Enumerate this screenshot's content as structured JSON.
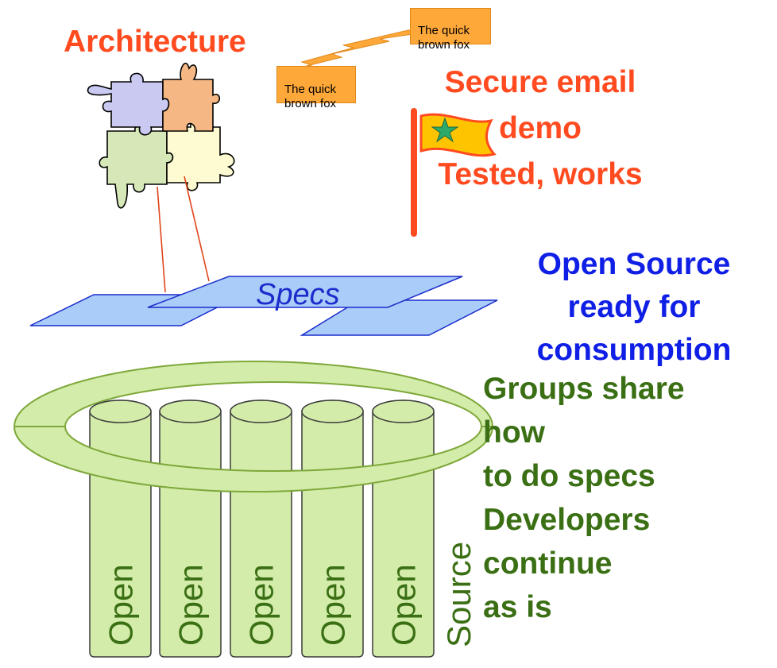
{
  "architecture": {
    "title": "Architecture"
  },
  "callout_top": {
    "text": "The quick\nbrown fox"
  },
  "callout_left": {
    "text": "The quick\nbrown fox"
  },
  "secure": {
    "text": "Secure email\n demo\nTested, works"
  },
  "specs": {
    "label": "Specs"
  },
  "open_source": {
    "text": "Open Source\nready for\nconsumption"
  },
  "groups": {
    "text": "Groups share\nhow\n     to do specs\n    Developers\n      continue\n        as is"
  },
  "pillars": {
    "label": "Open",
    "side_label": "Source",
    "count": 5
  },
  "colors": {
    "accent_red": "#ff4b1f",
    "blue_text": "#0f1fe6",
    "green_text": "#3a6f14",
    "pillar_fill": "#d3ecaa",
    "pillar_stroke": "#7ea83a",
    "specs_fill": "#a9cdf8",
    "specs_stroke": "#1a2ccc",
    "callout_fill": "#ffa83a",
    "flag_fill": "#ffc400",
    "puzzle_blue": "#c9c9f2",
    "puzzle_orange": "#f5b884",
    "puzzle_green": "#d7e8b8",
    "puzzle_yellow": "#fefbd2"
  }
}
